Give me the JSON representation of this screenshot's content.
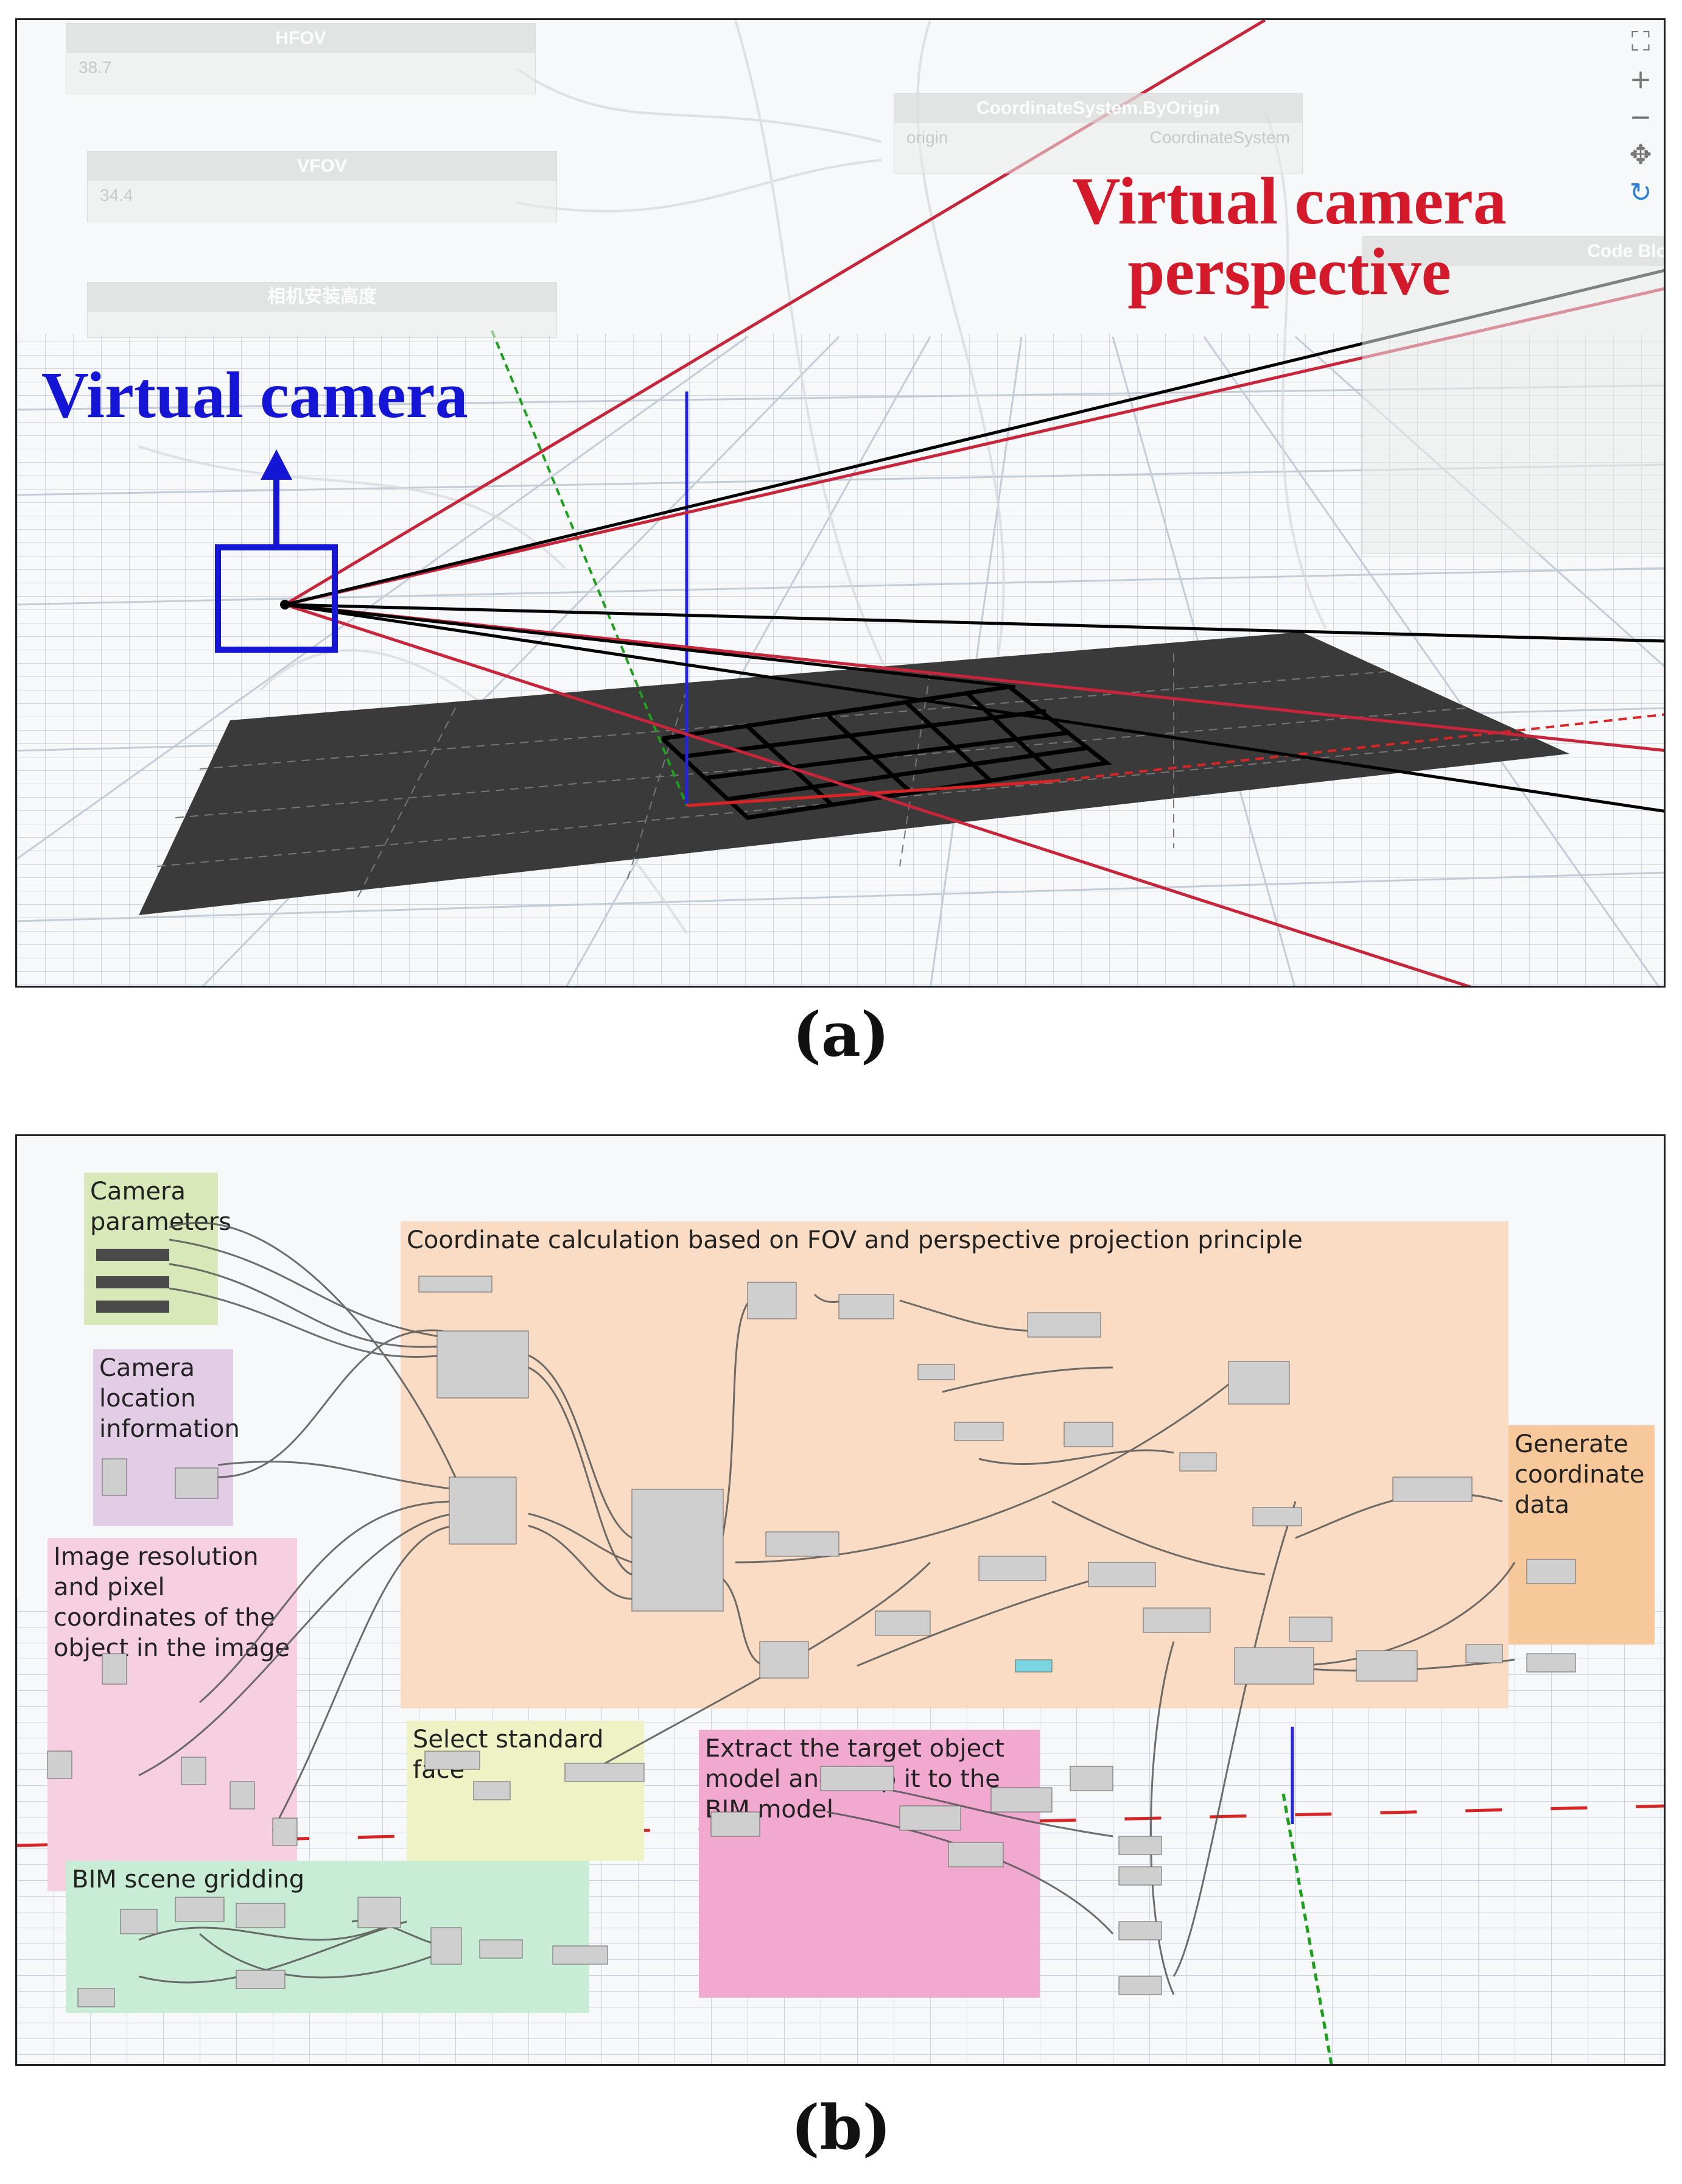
{
  "panel_a": {
    "caption": "(a)",
    "labels": {
      "virtual_camera": "Virtual camera",
      "virtual_camera_perspective": "Virtual camera perspective"
    },
    "ghost_nodes": {
      "hfov_title": "HFOV",
      "hfov_value": "38.7",
      "vfov_title": "VFOV",
      "vfov_value": "34.4",
      "camera_height_title": "相机安装高度",
      "coordinate_system_title": "CoordinateSystem.ByOrigin",
      "coordinate_system_port_in": "origin",
      "coordinate_system_port_out": "CoordinateSystem",
      "code_block_title": "Code Blo"
    },
    "colors": {
      "camera_box": "#1515d6",
      "perspective_lines": "#c8243a",
      "axis_x": "#d82424",
      "axis_y": "#1ca01c",
      "axis_z": "#2424e0",
      "plane": "#3a3a3a"
    },
    "viewer_tools": [
      "fit-view-icon",
      "zoom-in-icon",
      "zoom-out-icon",
      "pan-icon",
      "orbit-icon"
    ]
  },
  "panel_b": {
    "caption": "(b)",
    "groups": {
      "camera_parameters": "Camera parameters",
      "camera_location": "Camera location information",
      "image_resolution": "Image resolution and pixel coordinates of the object in the image",
      "bim_gridding": "BIM scene gridding",
      "coordinate_calc": "Coordinate calculation based on FOV and perspective projection principle",
      "select_face": "Select standard face",
      "extract_target": "Extract the target object model and map it to the BIM model",
      "generate_coordinates": "Generate coordinate data"
    },
    "group_colors": {
      "camera_parameters": "#d9e8b8",
      "camera_location": "#e3cde6",
      "image_resolution": "#f6cfe0",
      "bim_gridding": "#c9ecd6",
      "coordinate_calc": "#f9dcc3",
      "select_face": "#eef2c4",
      "extract_target": "#f2a9d0",
      "generate_coordinates": "#f7c99a"
    }
  }
}
